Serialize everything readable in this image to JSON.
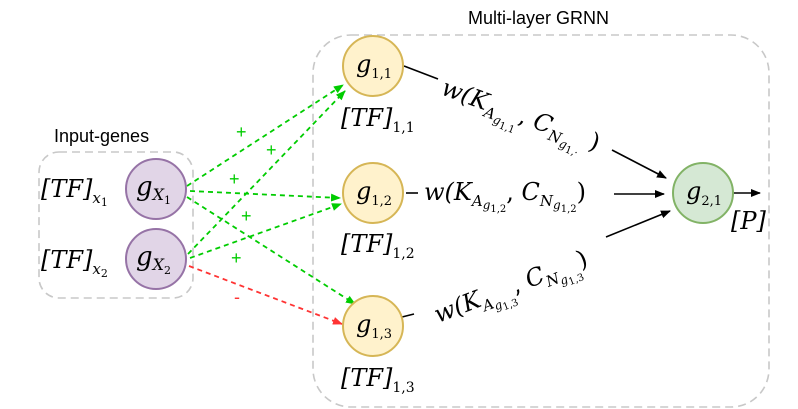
{
  "title": "Multi-layer GRNN",
  "input_label": "Input-genes",
  "colors": {
    "input_fill": "#e1d5e7",
    "input_stroke": "#9673a6",
    "hidden_fill": "#fff2cc",
    "hidden_stroke": "#d6b656",
    "output_fill": "#d5e8d4",
    "output_stroke": "#82b366",
    "activate": "#00cc00",
    "inhibit": "#ff3333",
    "box_stroke": "#c8c8c8"
  },
  "nodes": {
    "x1": {
      "main": "g",
      "sub": "X",
      "subsub": "1",
      "tf": "[TF]",
      "tf_sub": "x",
      "tf_subsub": "1"
    },
    "x2": {
      "main": "g",
      "sub": "X",
      "subsub": "2",
      "tf": "[TF]",
      "tf_sub": "x",
      "tf_subsub": "2"
    },
    "g11": {
      "main": "g",
      "sub": "1,1",
      "tf": "[TF]",
      "tf_sub": "1,1"
    },
    "g12": {
      "main": "g",
      "sub": "1,2",
      "tf": "[TF]",
      "tf_sub": "1,2"
    },
    "g13": {
      "main": "g",
      "sub": "1,3",
      "tf": "[TF]",
      "tf_sub": "1,3"
    },
    "g21": {
      "main": "g",
      "sub": "2,1",
      "out": "[P]"
    }
  },
  "edge_signs": {
    "x1_g11": "+",
    "x1_g12": "+",
    "x1_g13": "+",
    "x2_g11": "+",
    "x2_g12": "+",
    "x2_g13": "-"
  },
  "weights": {
    "w1": {
      "w": "w(",
      "k": "K",
      "a": "A",
      "g": "g",
      "ai": "1,1",
      "c": "C",
      "n": "N",
      "ci": "1,·",
      "close": ")"
    },
    "w2": {
      "w": "w(",
      "k": "K",
      "a": "A",
      "g": "g",
      "ai": "1,2",
      "c": "C",
      "n": "N",
      "ci": "1,2",
      "close": ")"
    },
    "w3": {
      "w": "w(",
      "k": "K",
      "a": "A",
      "g": "g",
      "ai": "1,3",
      "c": "C",
      "n": "N",
      "ci": "1,3",
      "close": ")"
    }
  }
}
